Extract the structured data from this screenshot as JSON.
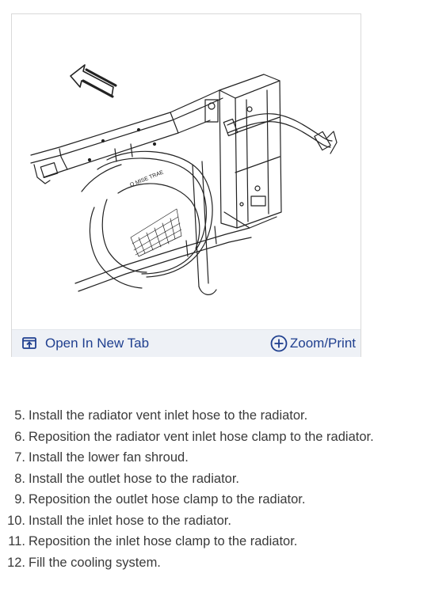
{
  "figure": {
    "illustration": "radiator-fan-shroud-line-drawing",
    "open_tab_label": "Open In New Tab",
    "zoom_print_label": "Zoom/Print",
    "icons": {
      "open_tab": "open-in-new-tab-icon",
      "zoom": "zoom-plus-icon"
    },
    "accent_color": "#1f3f8f"
  },
  "steps": [
    {
      "number": "5.",
      "text": "Install the radiator vent inlet hose to the radiator."
    },
    {
      "number": "6.",
      "text": "Reposition the radiator vent inlet hose clamp to the radiator."
    },
    {
      "number": "7.",
      "text": "Install the lower fan shroud."
    },
    {
      "number": "8.",
      "text": "Install the outlet hose to the radiator."
    },
    {
      "number": "9.",
      "text": "Reposition the outlet hose clamp to the radiator."
    },
    {
      "number": "10.",
      "text": "Install the inlet hose to the radiator."
    },
    {
      "number": "11.",
      "text": "Reposition the inlet hose clamp to the radiator."
    },
    {
      "number": "12.",
      "text": "Fill the cooling system."
    }
  ]
}
